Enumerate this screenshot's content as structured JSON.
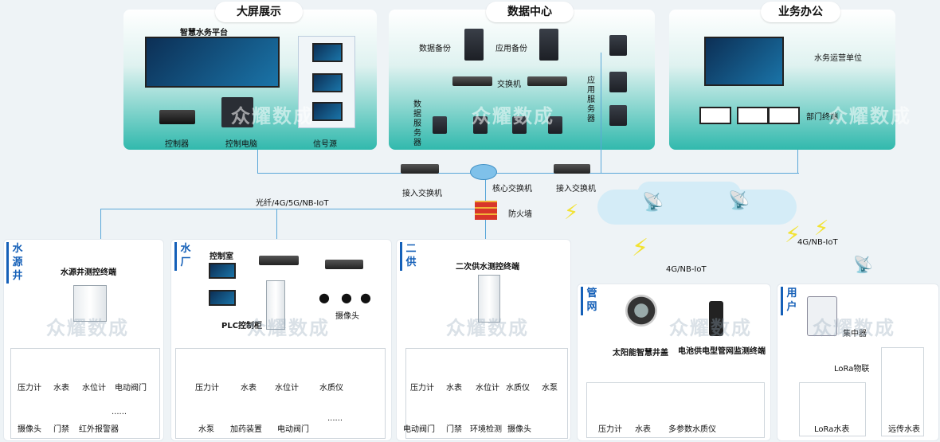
{
  "top": {
    "display": {
      "tab": "大屏展示",
      "platform": "智慧水务平台",
      "controller": "控制器",
      "control_pc": "控制电脑",
      "signal_source": "信号源"
    },
    "datacenter": {
      "tab": "数据中心",
      "data_backup": "数据备份",
      "app_backup": "应用备份",
      "switch": "交换机",
      "data_server": "数据服务器",
      "app_server": "应用服务器"
    },
    "office": {
      "tab": "业务办公",
      "operator": "水务运营单位",
      "dept": "部门终端"
    }
  },
  "network": {
    "access_switch_left": "接入交换机",
    "core_switch": "核心交换机",
    "access_switch_right": "接入交换机",
    "firewall": "防火墙",
    "uplink": "光纤/4G/5G/NB-IoT",
    "wireless_mid": "4G/NB-IoT",
    "wireless_right": "4G/NB-IoT",
    "lora": "LoRa物联"
  },
  "watermark": "众耀数成",
  "sections": {
    "well": {
      "tag": "水源井",
      "title": "水源井测控终端",
      "items": [
        "压力计",
        "水表",
        "水位计",
        "电动阀门",
        "摄像头",
        "门禁",
        "红外报警器",
        "......"
      ]
    },
    "plant": {
      "tag": "水厂",
      "control_room": "控制室",
      "plc": "PLC控制柜",
      "camera": "摄像头",
      "items": [
        "压力计",
        "水表",
        "水位计",
        "水质仪",
        "水泵",
        "加药装置",
        "电动阀门",
        "......"
      ]
    },
    "secondary": {
      "tag": "二供",
      "title": "二次供水测控终端",
      "items": [
        "压力计",
        "水表",
        "水位计",
        "水质仪",
        "水泵",
        "电动阀门",
        "门禁",
        "环境检测",
        "摄像头"
      ]
    },
    "pipe": {
      "tag": "管网",
      "manhole": "太阳能智慧井盖",
      "monitor": "电池供电型管网监测终端",
      "items": [
        "压力计",
        "水表",
        "多参数水质仪"
      ]
    },
    "user": {
      "tag": "用户",
      "concentrator": "集中器",
      "items": [
        "LoRa水表",
        "远传水表"
      ]
    }
  },
  "colors": {
    "teal": "#31b9ad",
    "blue": "#1560b8",
    "line": "#5aa7d9",
    "bolt": "#f2e233"
  }
}
